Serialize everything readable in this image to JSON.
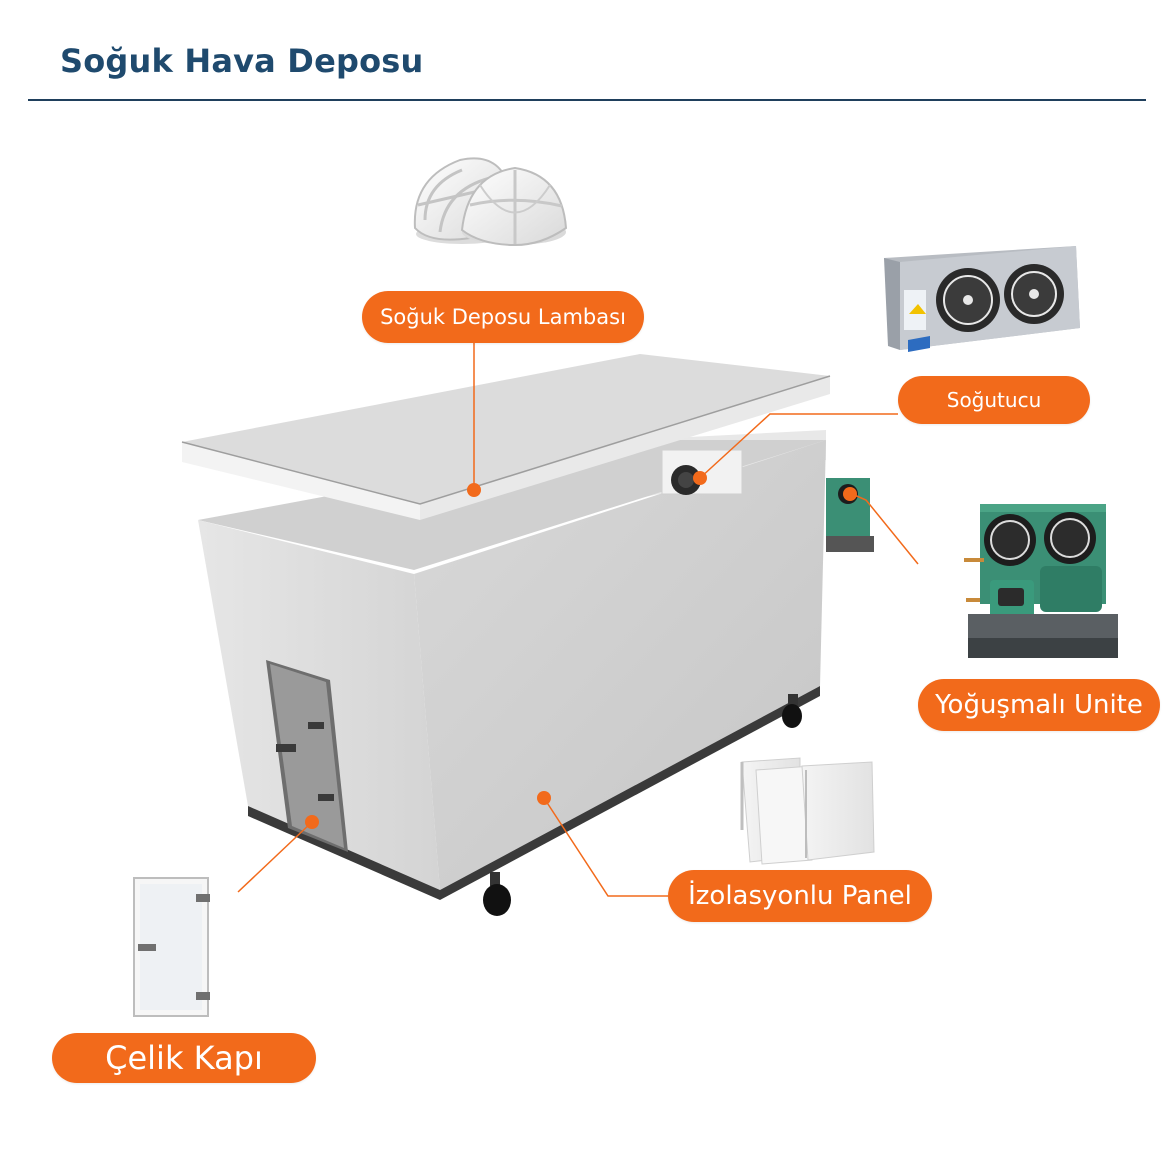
{
  "header": {
    "title": "Soğuk Hava Deposu"
  },
  "labels": {
    "lamp": "Soğuk Deposu Lambası",
    "cooler": "Soğutucu",
    "condensing_unit": "Yoğuşmalı Unite",
    "insulated_panel": "İzolasyonlu Panel",
    "steel_door": "Çelik Kapı"
  },
  "colors": {
    "accent": "#f26a1b",
    "title": "#1f4a6e",
    "rule": "#1f3f5c",
    "unit_green": "#3b8f75"
  }
}
